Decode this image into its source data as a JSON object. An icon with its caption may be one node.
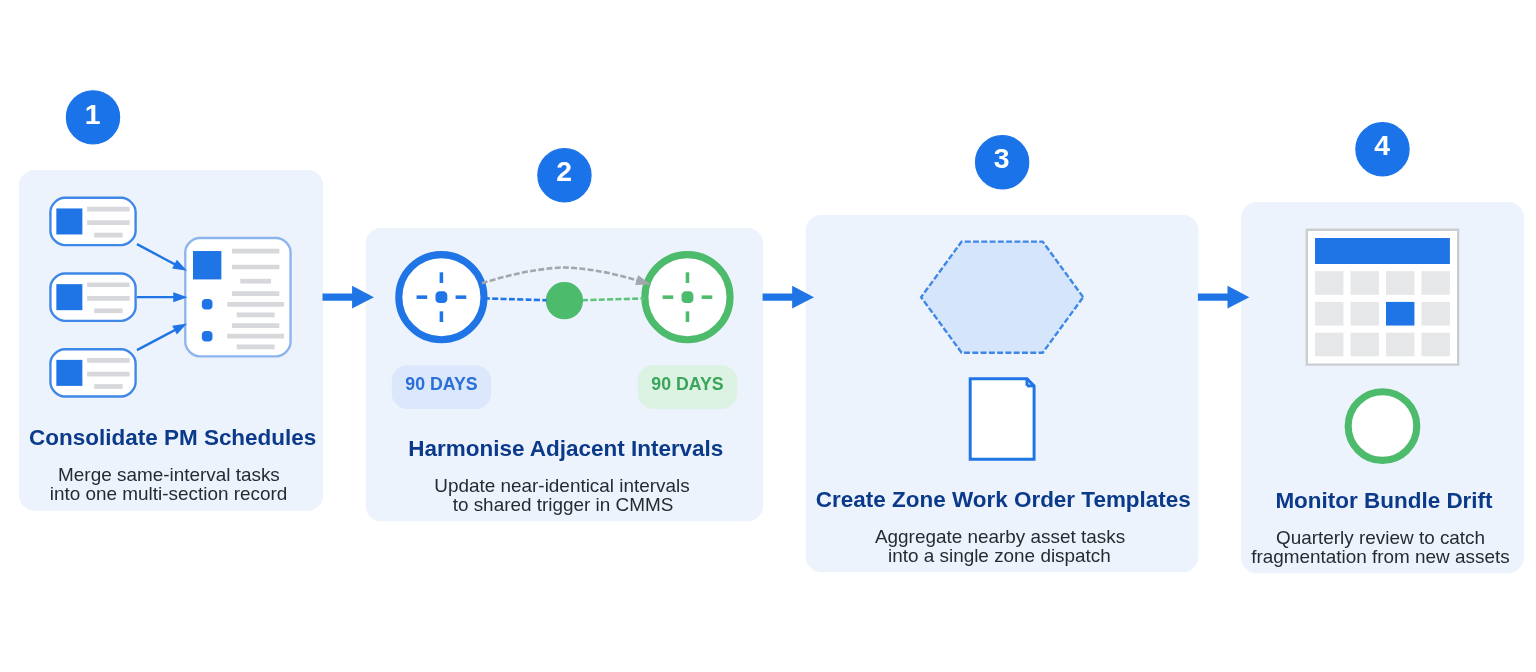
{
  "diagram": {
    "nodes": [
      {
        "text": [
          "1"
        ]
      },
      {
        "text": [
          "Consolidate PM Schedules",
          "Merge same-interval tasks into one multi-section record"
        ]
      },
      {
        "text": [],
        "shape": "picture",
        "in": 1
      },
      {
        "text": [],
        "shape": "picture",
        "in": 1
      },
      {
        "text": [],
        "shape": "picture",
        "in": 1
      },
      {
        "text": [],
        "shape": "picture",
        "in": 1
      },
      {
        "text": [
          "2"
        ]
      },
      {
        "text": [
          "Harmonise Adjacent Intervals",
          "Update near-identical intervals to shared trigger in CMMS"
        ]
      },
      {
        "text": [],
        "shape": "picture",
        "in": 7
      },
      {
        "text": [],
        "shape": "circle",
        "in": 7
      },
      {
        "text": [],
        "shape": "picture",
        "in": 7
      },
      {
        "text": [
          "90 DAYS"
        ],
        "in": 7
      },
      {
        "text": [
          "90 DAYS"
        ],
        "in": 7
      },
      {
        "text": [
          "3"
        ]
      },
      {
        "text": [
          "Create Zone Work Order Templates",
          "Aggregate nearby asset tasks into a single zone dispatch"
        ]
      },
      {
        "text": [],
        "shape": "picture",
        "in": 14
      },
      {
        "text": [],
        "shape": "picture",
        "in": 14
      },
      {
        "text": [
          "4"
        ]
      },
      {
        "text": [
          "Monitor Bundle Drift",
          "Quarterly review to catch fragmentation from new assets"
        ]
      },
      {
        "text": [],
        "shape": "picture",
        "in": 18
      },
      {
        "text": [],
        "shape": "circle",
        "in": 18
      }
    ],
    "edges": [
      {
        "from": 2,
        "to": 5,
        "arrow": "to"
      },
      {
        "from": 3,
        "to": 5,
        "arrow": "to"
      },
      {
        "from": 4,
        "to": 5,
        "arrow": "to"
      },
      {
        "from": 1,
        "to": 7,
        "arrow": "to",
        "style": "thick"
      },
      {
        "from": 8,
        "to": 9,
        "arrow": "none",
        "style": "dashed"
      },
      {
        "from": 9,
        "to": 10,
        "arrow": "none",
        "style": "dashed",
        "color": "#5bc47a"
      },
      {
        "from": 8,
        "to": 10,
        "arrow": "to",
        "style": "dashed",
        "color": "#a3a7ad"
      },
      {
        "from": 7,
        "to": 14,
        "arrow": "to",
        "style": "thick"
      },
      {
        "from": 14,
        "to": 18,
        "arrow": "to",
        "style": "thick"
      }
    ]
  }
}
